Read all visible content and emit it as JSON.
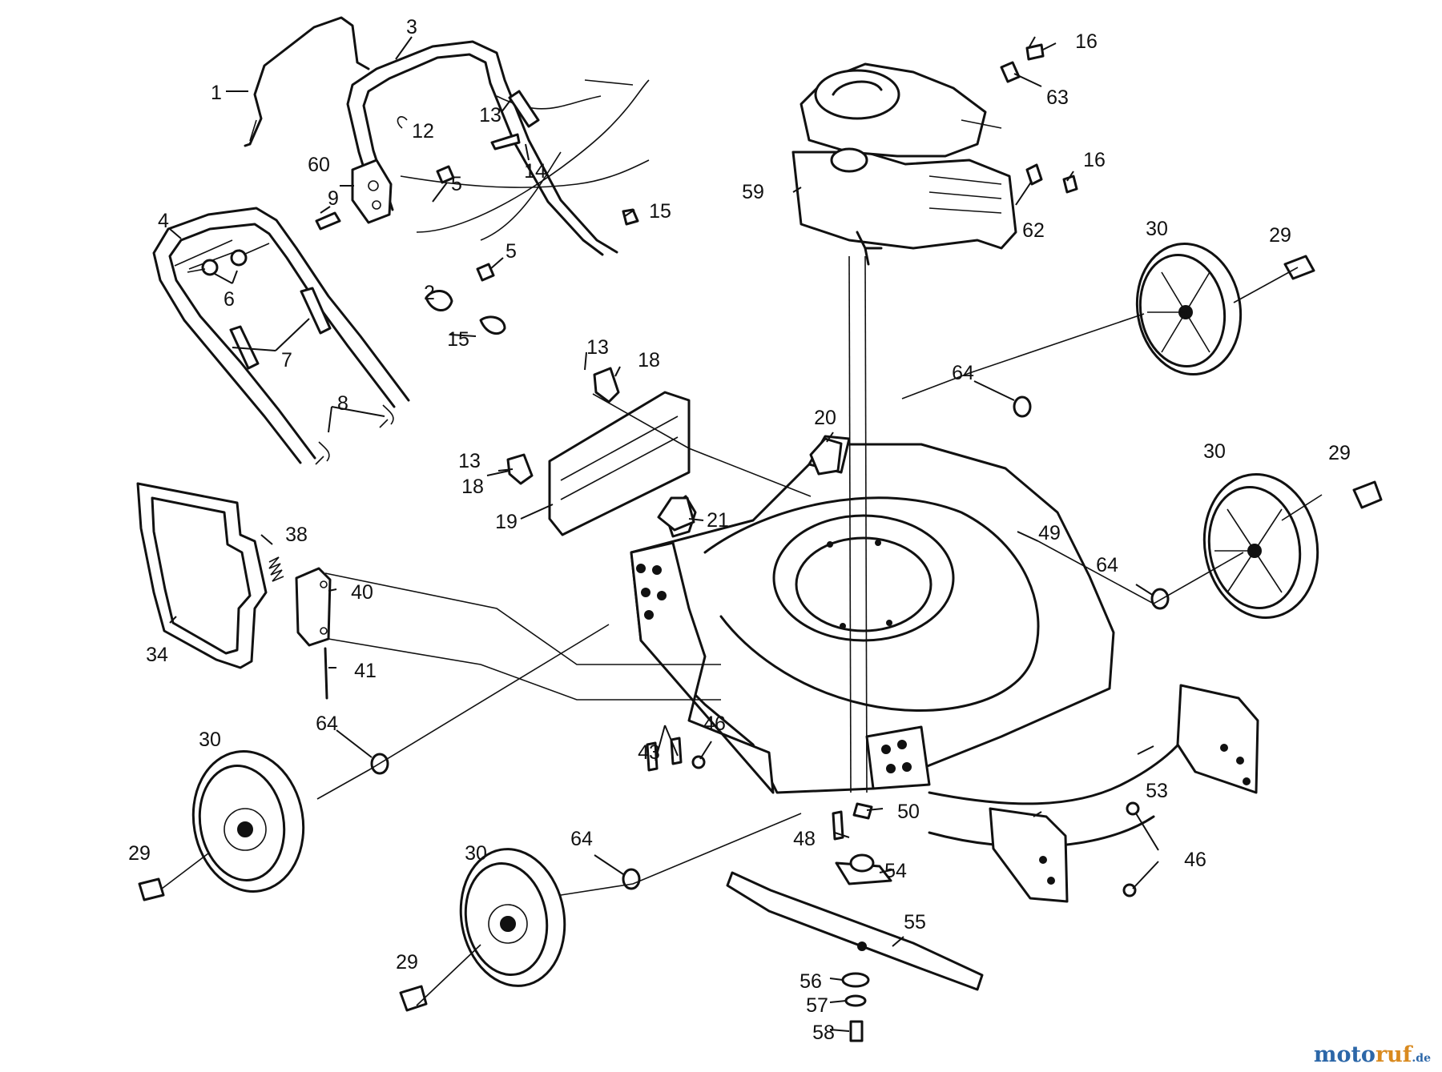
{
  "part_labels": {
    "p1": "1",
    "p2": "2",
    "p3": "3",
    "p4": "4",
    "p5a": "5",
    "p5b": "5",
    "p6": "6",
    "p7": "7",
    "p8": "8",
    "p9": "9",
    "p12": "12",
    "p13a": "13",
    "p13b": "13",
    "p13c": "13",
    "p14": "14",
    "p15a": "15",
    "p15b": "15",
    "p16a": "16",
    "p16b": "16",
    "p18a": "18",
    "p18b": "18",
    "p19": "19",
    "p20": "20",
    "p21": "21",
    "p29a": "29",
    "p29b": "29",
    "p29c": "29",
    "p29d": "29",
    "p30a": "30",
    "p30b": "30",
    "p30c": "30",
    "p30d": "30",
    "p34": "34",
    "p38": "38",
    "p40": "40",
    "p41": "41",
    "p43": "43",
    "p46a": "46",
    "p46b": "46",
    "p48": "48",
    "p49": "49",
    "p50": "50",
    "p53": "53",
    "p54": "54",
    "p55": "55",
    "p56": "56",
    "p57": "57",
    "p58": "58",
    "p59": "59",
    "p60": "60",
    "p62": "62",
    "p63": "63",
    "p64a": "64",
    "p64b": "64",
    "p64c": "64",
    "p64d": "64"
  },
  "watermark": {
    "part1": "moto",
    "part2": "ruf",
    "part3": ".de"
  },
  "colors": {
    "line": "#111111",
    "watermark_blue": "#2c67a8",
    "watermark_orange": "#d98a1f"
  }
}
